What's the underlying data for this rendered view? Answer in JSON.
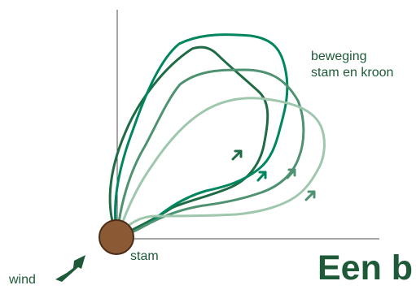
{
  "labels": {
    "motion_line_1": "beweging",
    "motion_line_2": "stam en kroon",
    "stem": "stam",
    "wind": "wind",
    "title_fragment": "Een b"
  },
  "colors": {
    "axis": "#4d4d4d",
    "text": "#1e5a38",
    "stem_fill": "#8b5a35",
    "stem_stroke": "#4a2c18",
    "wind_arrow": "#1e5a38",
    "outlines": [
      "#1f6b45",
      "#00865f",
      "#4f9272",
      "#9ec7ad"
    ]
  },
  "icons": {
    "wind_arrow": "arrow-up-right-icon",
    "motion_arrows": "arrow-up-right-icon"
  }
}
